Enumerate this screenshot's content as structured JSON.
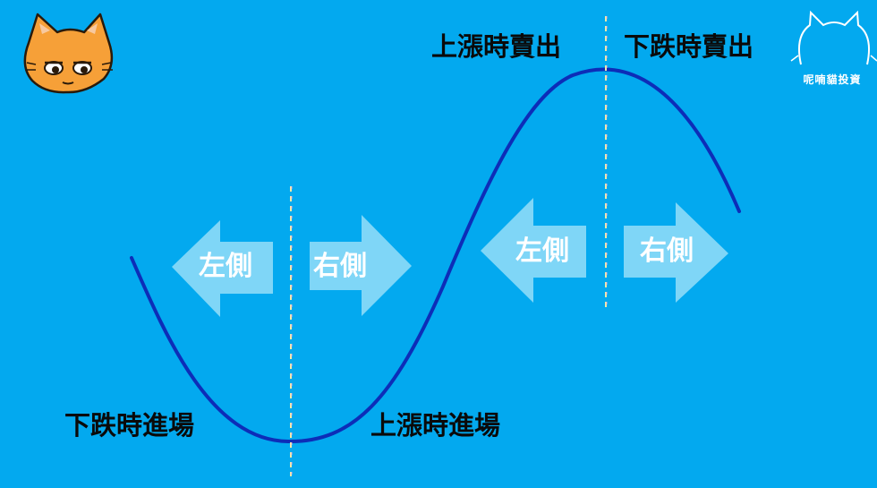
{
  "labels": {
    "uptrend_sell": "上漲時賣出",
    "downtrend_sell": "下跌時賣出",
    "downtrend_entry": "下跌時進場",
    "uptrend_entry": "上漲時進場"
  },
  "arrows": {
    "left_side": "左側",
    "right_side": "右側"
  },
  "brand": {
    "name": "呢喃貓投資"
  },
  "colors": {
    "background": "#03A9EF",
    "curve": "#0D2DB8",
    "arrow_fill": "#7FD6F7",
    "divider_line": "#F3E9A8"
  }
}
